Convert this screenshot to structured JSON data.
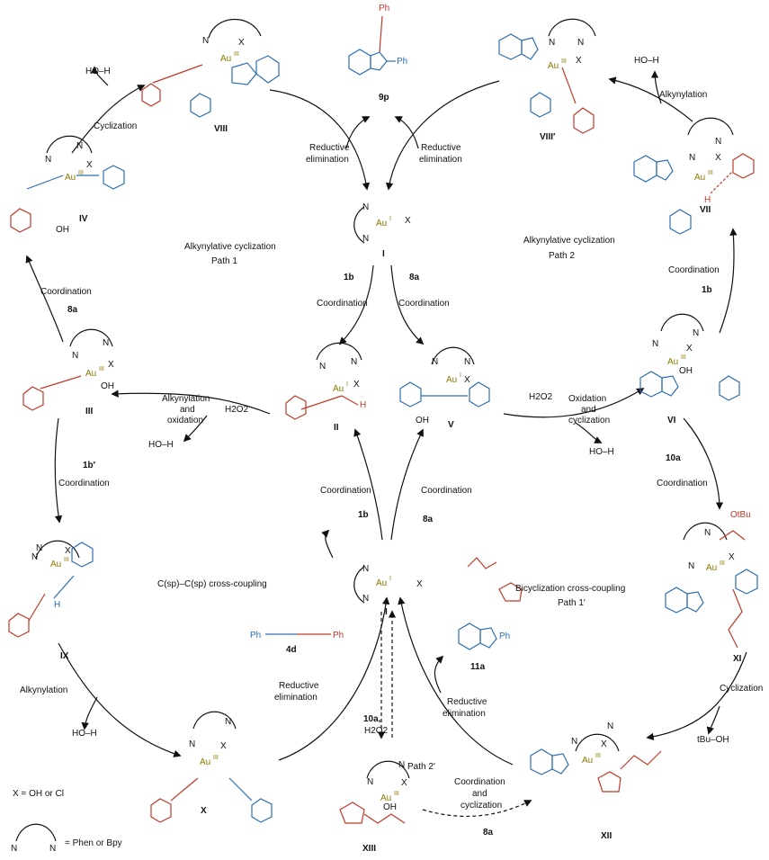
{
  "cycles": {
    "path1_title": "Alkynylative cyclization",
    "path1_sub": "Path 1",
    "path2_title": "Alkynylative cyclization",
    "path2_sub": "Path 2",
    "cc_title": "C(sp)–C(sp) cross-coupling",
    "bicyc_title": "Bicyclization cross-coupling",
    "bicyc_sub": "Path 1′",
    "path2prime": "Path 2′"
  },
  "steps": {
    "cyclization": "Cyclization",
    "alkynylation": "Alkynylation",
    "coordination": "Coordination",
    "reductive": "Reductive",
    "elimination": "elimination",
    "alk_and": "and",
    "alk_ox": "oxidation",
    "oxidation": "Oxidation",
    "ox_and": "and",
    "ox_cyc": "cyclization",
    "coord_and": "and",
    "coord_cyc": "cyclization"
  },
  "reagents": {
    "r1b": "1b",
    "r1b_prime": "1b′",
    "r8a": "8a",
    "r10a": "10a",
    "r10a_comma": "10a,",
    "h2o2": "H2O2",
    "hooh": "HO–H",
    "tbuoh": "tBu–OH",
    "ph": "Ph",
    "oh": "OH",
    "otbu": "OtBu",
    "h": "H"
  },
  "labels": {
    "I": "I",
    "II": "II",
    "III": "III",
    "IV": "IV",
    "V": "V",
    "VI": "VI",
    "VII": "VII",
    "VIII": "VIII",
    "VIIIp": "VIII′",
    "IX": "IX",
    "X": "X",
    "XI": "XI",
    "XII": "XII",
    "XIII": "XIII",
    "p9p": "9p",
    "p4d": "4d",
    "p11a": "11a"
  },
  "legend": {
    "x_def": "X = OH or Cl",
    "n": "N",
    "ligand_def": "= Phen or Bpy"
  },
  "metal": {
    "au": "Au",
    "ox1": "I",
    "ox3": "III",
    "x": "X",
    "n": "N"
  },
  "colors": {
    "gold": "#8a7a00",
    "red": "#c0392b",
    "blue": "#2e6db4",
    "pink": "#e07070",
    "black": "#111111"
  }
}
